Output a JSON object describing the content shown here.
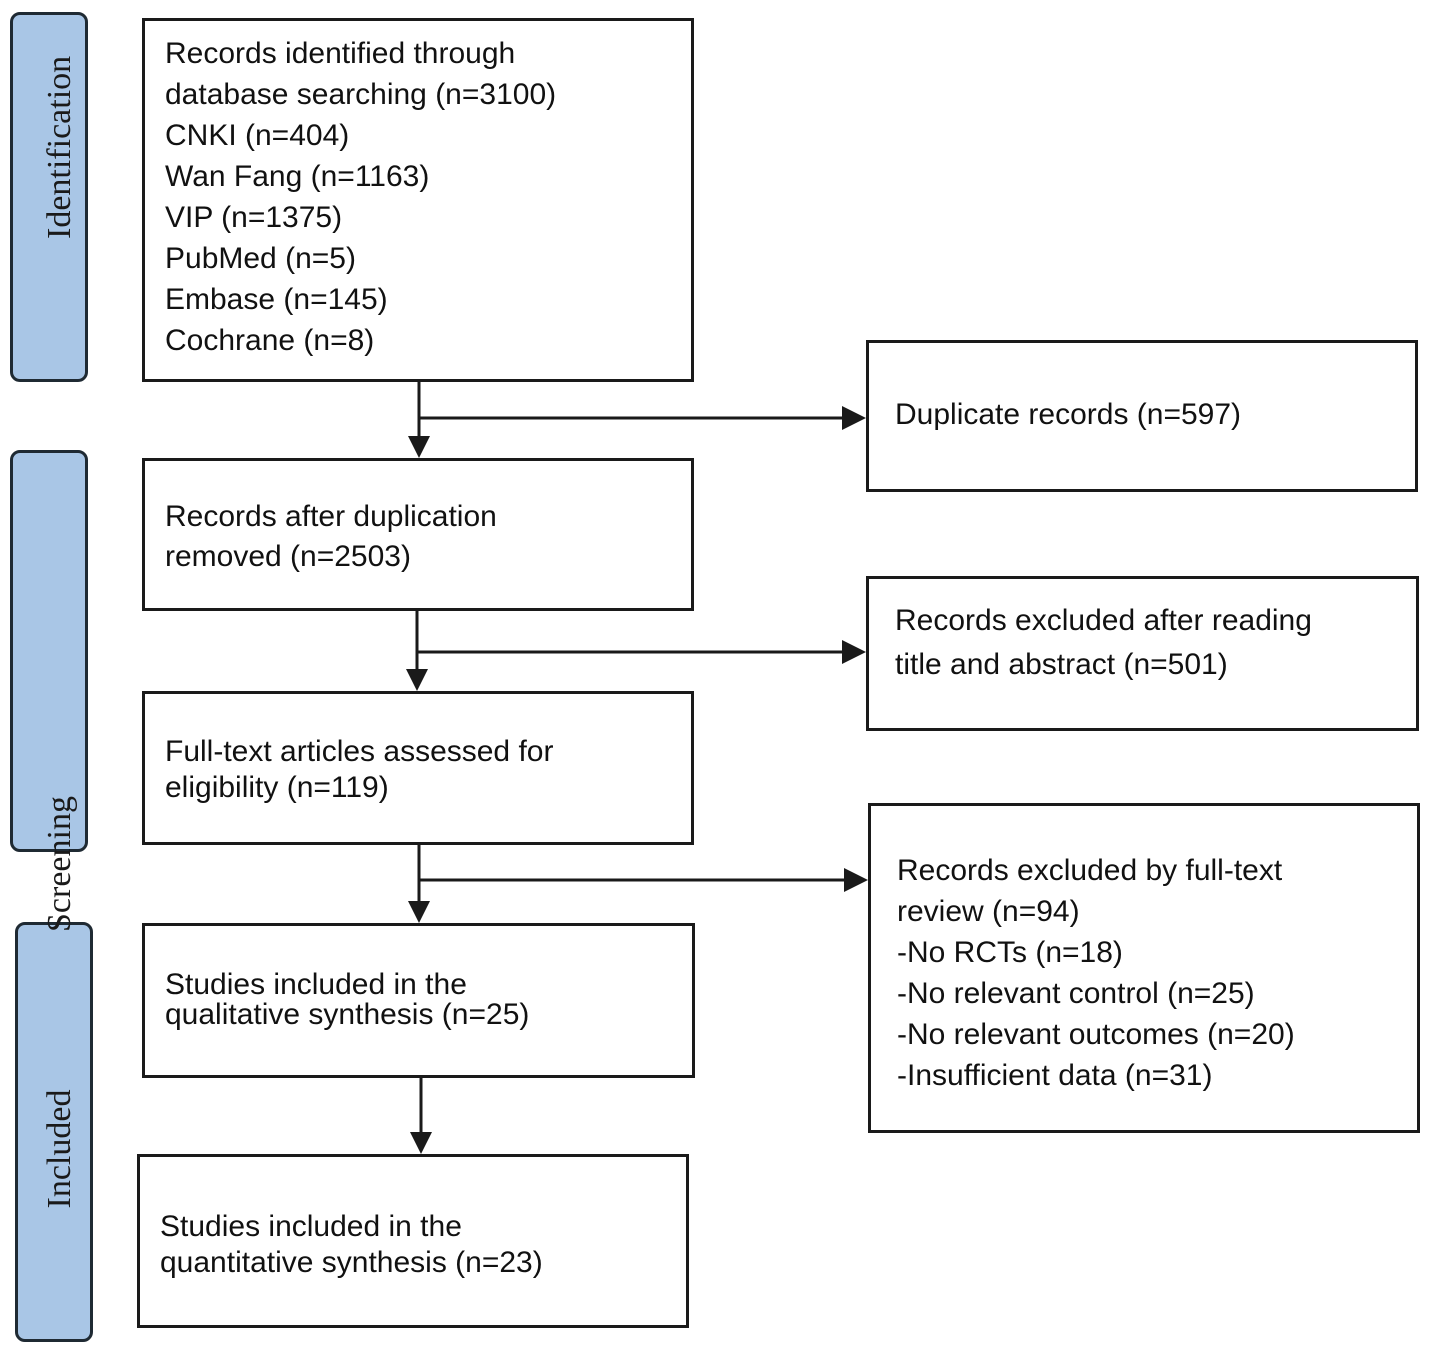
{
  "phases": {
    "identification": "Identification",
    "screening": "Screening",
    "included": "Included"
  },
  "boxes": {
    "identified": {
      "lines": [
        "Records identified through",
        "database searching (n=3100)",
        "CNKI (n=404)",
        "Wan Fang (n=1163)",
        "VIP (n=1375)",
        "PubMed (n=5)",
        "Embase (n=145)",
        "Cochrane (n=8)"
      ]
    },
    "duplicates": {
      "lines": [
        "Duplicate records (n=597)"
      ]
    },
    "after_dedup": {
      "lines": [
        "Records after duplication",
        "removed (n=2503)"
      ]
    },
    "excluded_title": {
      "lines": [
        "Records excluded after reading",
        "title and abstract (n=501)"
      ]
    },
    "fulltext": {
      "lines": [
        "Full-text articles assessed for",
        "eligibility (n=119)"
      ]
    },
    "excluded_fulltext": {
      "lines": [
        "Records excluded by full-text",
        "review (n=94)",
        "-No RCTs (n=18)",
        "-No relevant control (n=25)",
        "-No relevant outcomes (n=20)",
        "-Insufficient data (n=31)"
      ]
    },
    "qualitative": {
      "lines": [
        "Studies included in the",
        "qualitative synthesis (n=25)"
      ]
    },
    "quantitative": {
      "lines": [
        "Studies included in the",
        "quantitative synthesis (n=23)"
      ]
    }
  }
}
